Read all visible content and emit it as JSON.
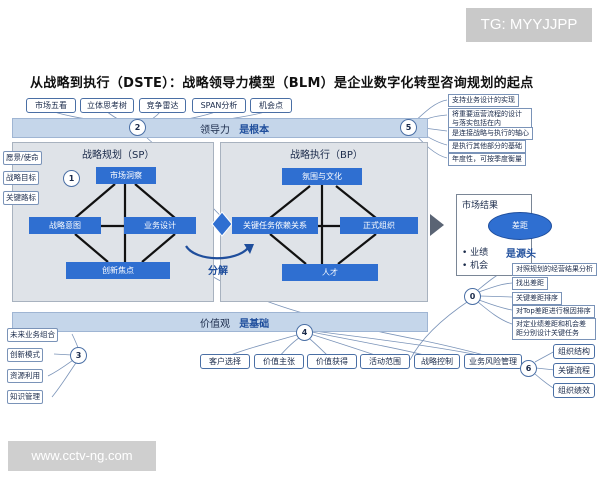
{
  "watermark_top": "TG: MYYJJPP",
  "watermark_bottom": "www.cctv-ng.com",
  "title": "从战略到执行（DSTE）：战略领导力模型（BLM）是企业数字化转型咨询规划的起点",
  "top_pills": [
    "市场五看",
    "立体思考树",
    "竞争雷达",
    "SPAN分析",
    "机会点"
  ],
  "leadership_band": {
    "label": "领导力",
    "emphasis": "是根本"
  },
  "values_band": {
    "label": "价值观",
    "emphasis": "是基础"
  },
  "sp": {
    "title": "战略规划（SP）",
    "market_insight": "市场洞察",
    "strategic_intent": "战略意图",
    "business_design": "业务设计",
    "innovation_focus": "创新焦点"
  },
  "bp": {
    "title": "战略执行（BP）",
    "climate_culture": "氛围与文化",
    "critical_tasks": "关键任务依赖关系",
    "formal_org": "正式组织",
    "talent": "人才"
  },
  "decompose": "分解",
  "left_labels_1": [
    "愿景/使命",
    "战略目标",
    "关键路标"
  ],
  "left_labels_3": [
    "未来业务组合",
    "创新模式",
    "资源利用",
    "知识管理"
  ],
  "bottom_pills": [
    "客户选择",
    "价值主张",
    "价值获得",
    "活动范围",
    "战略控制",
    "业务风险管理"
  ],
  "circles": [
    "1",
    "2",
    "3",
    "4",
    "5",
    "0",
    "6"
  ],
  "leadership_notes": [
    "支持业务设计的实现",
    "将重要运营流程的设计与落实包括在内",
    "是连接战略与执行的轴心",
    "是执行其他部分的基础",
    "年度性，可按季度衡量"
  ],
  "market_result": {
    "title": "市场结果",
    "gap": "差距",
    "bullets": [
      "业绩",
      "机会"
    ],
    "emphasis": "是源头"
  },
  "gap_notes": [
    "对照规划的经营结果分析",
    "找出差距",
    "关键差距排序",
    "对Top差距进行根因排序",
    "对定业绩差距和机会差距分别设计关键任务"
  ],
  "org_tags": [
    "组织结构",
    "关键流程",
    "组织绩效"
  ],
  "colors": {
    "node_blue": "#2f6fd1",
    "band": "#c5d6ea",
    "panel": "#dfe3e8",
    "emphasis": "#1f4e9c"
  }
}
